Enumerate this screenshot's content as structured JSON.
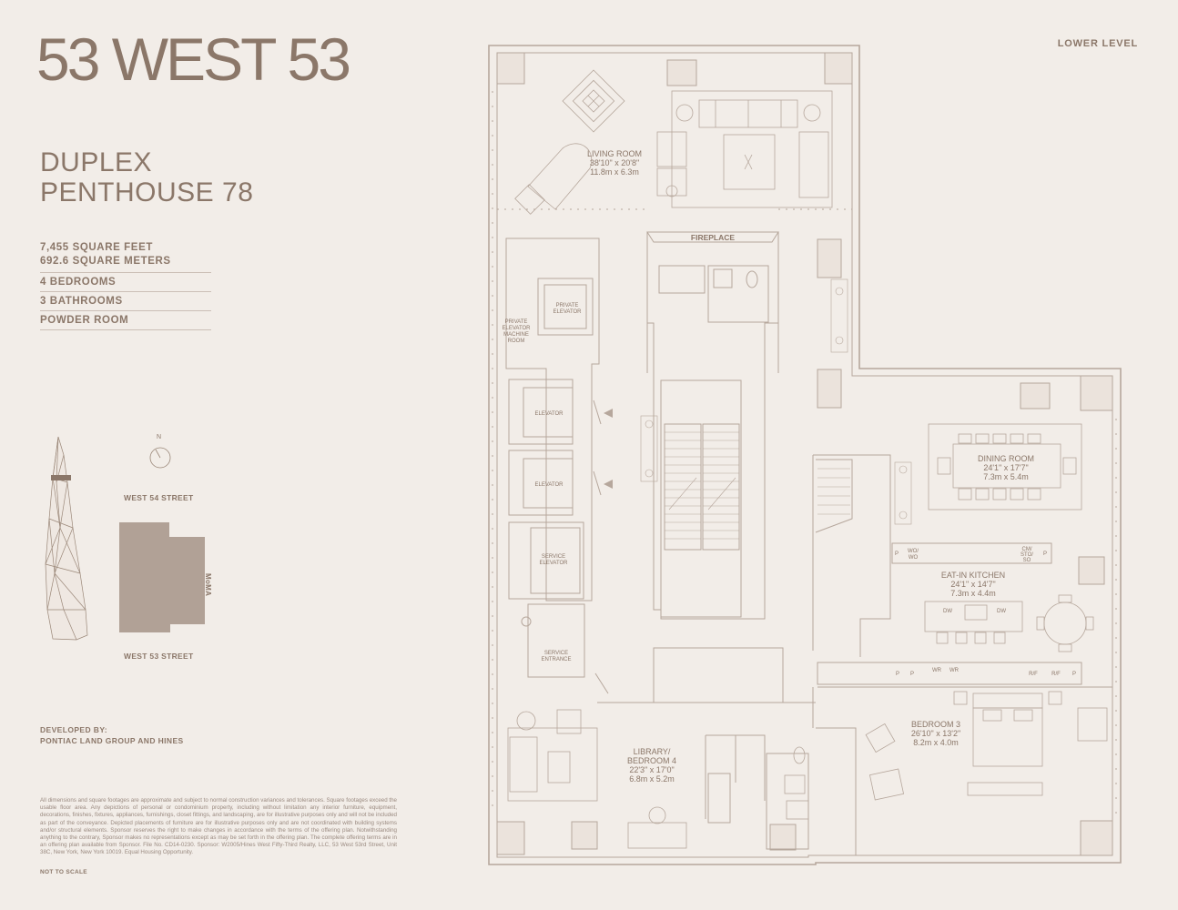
{
  "brand": {
    "name": "53 WEST 53"
  },
  "unit": {
    "line1": "DUPLEX",
    "line2": "PENTHOUSE 78"
  },
  "facts": {
    "area_sqft": "7,455 SQUARE FEET",
    "area_sqm": "692.6 SQUARE METERS",
    "bedrooms": "4 BEDROOMS",
    "bathrooms": "3 BATHROOMS",
    "powder": "POWDER ROOM"
  },
  "level": "LOWER LEVEL",
  "site_map": {
    "north": "N",
    "street_north": "WEST 54 STREET",
    "street_south": "WEST 53 STREET",
    "neighbor": "MoMA"
  },
  "developer": {
    "line1": "DEVELOPED BY:",
    "line2": "PONTIAC LAND GROUP AND HINES"
  },
  "disclaimer": "All dimensions and square footages are approximate and subject to normal construction variances and tolerances. Square footages exceed the usable floor area. Any depictions of personal or condominium property, including without limitation any interior furniture, equipment, decorations, finishes, fixtures, appliances, furnishings, closet fittings, and landscaping, are for illustrative purposes only and will not be included as part of the conveyance. Depicted placements of furniture are for illustrative purposes only and are not coordinated with building systems and/or structural elements. Sponsor reserves the right to make changes in accordance with the terms of the offering plan. Notwithstanding anything to the contrary, Sponsor makes no representations except as may be set forth in the offering plan. The complete offering terms are in an offering plan available from Sponsor. File No. CD14-0230. Sponsor: W2005/Hines West Fifty-Third Realty, LLC, 53 West 53rd Street, Unit 38C, New York, New York 10019. Equal Housing Opportunity.",
  "not_to_scale": "NOT TO SCALE",
  "rooms": {
    "living": {
      "name": "LIVING ROOM",
      "dim_imperial": "38'10\" x 20'8\"",
      "dim_metric": "11.8m x 6.3m"
    },
    "fireplace": "FIREPLACE",
    "private_elevator": [
      "PRIVATE",
      "ELEVATOR"
    ],
    "machine_room": [
      "PRIVATE",
      "ELEVATOR",
      "MACHINE",
      "ROOM"
    ],
    "elevator_1": "ELEVATOR",
    "elevator_2": "ELEVATOR",
    "service_elevator": [
      "SERVICE",
      "ELEVATOR"
    ],
    "service_entrance": [
      "SERVICE",
      "ENTRANCE"
    ],
    "dining": {
      "name": "DINING ROOM",
      "dim_imperial": "24'1\" x 17'7\"",
      "dim_metric": "7.3m x 5.4m"
    },
    "kitchen": {
      "name": "EAT-IN KITCHEN",
      "dim_imperial": "24'1\" x 14'7\"",
      "dim_metric": "7.3m x 4.4m"
    },
    "bedroom3": {
      "name": "BEDROOM 3",
      "dim_imperial": "26'10\" x 13'2\"",
      "dim_metric": "8.2m x 4.0m"
    },
    "library": {
      "name1": "LIBRARY/",
      "name2": "BEDROOM 4",
      "dim_imperial": "22'3\" x 17'0\"",
      "dim_metric": "6.8m x 5.2m"
    }
  },
  "appliance_labels": {
    "p": "P",
    "wo": [
      "WO/",
      "WO"
    ],
    "cm": [
      "CM/",
      "STO/",
      "SO"
    ],
    "dw": "DW",
    "wr": "WR",
    "rf": "R/F"
  }
}
